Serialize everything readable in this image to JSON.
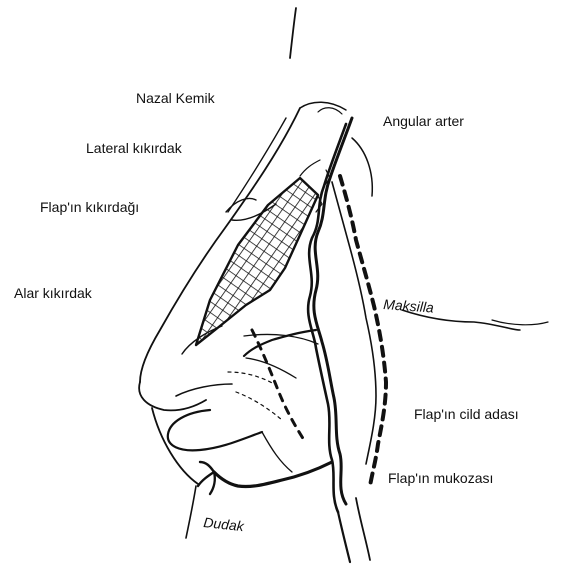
{
  "figure": {
    "labels": {
      "nazal_kemik": "Nazal Kemik",
      "lateral_kikirdak": "Lateral kıkırdak",
      "flap_kikirdagi": "Flap'ın kıkırdağı",
      "alar_kikirdak": "Alar kıkırdak",
      "angular_arter": "Angular arter",
      "maksilla": "Maksilla",
      "flap_cild_adasi": "Flap'ın cild adası",
      "flap_mukozasi": "Flap'ın mukozası",
      "dudak": "Dudak"
    },
    "colors": {
      "ink": "#111111",
      "background": "#ffffff"
    }
  }
}
